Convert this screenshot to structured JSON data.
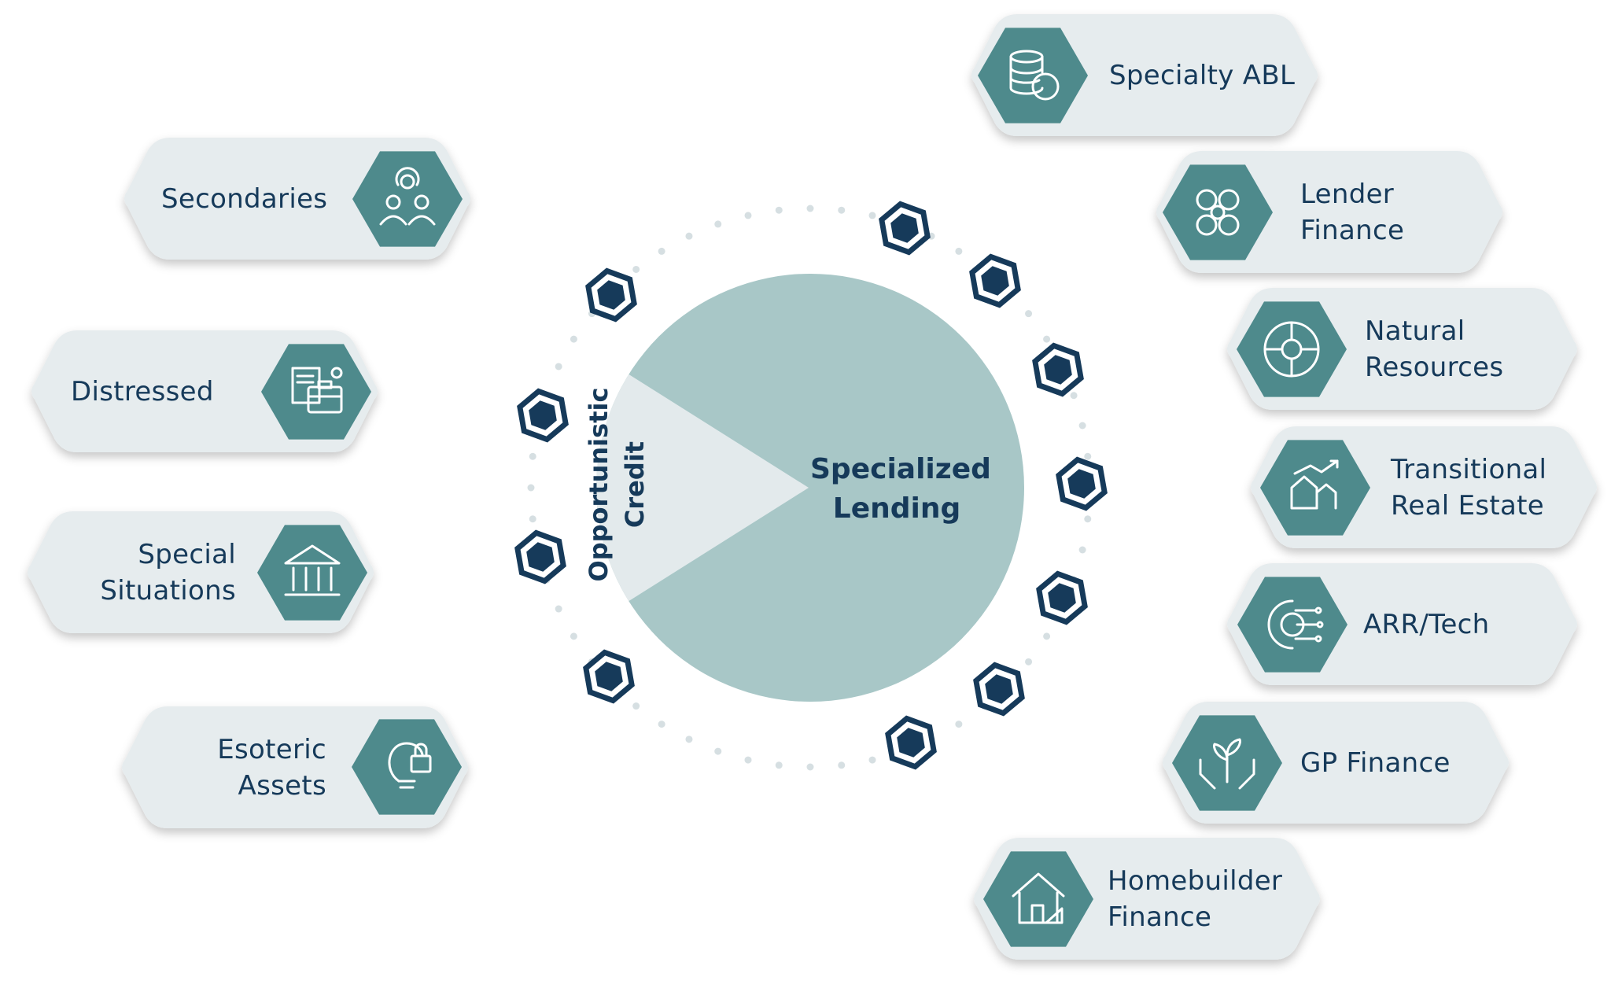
{
  "center": {
    "left_label": [
      "Opportunistic",
      "Credit"
    ],
    "right_label": [
      "Specialized",
      "Lending"
    ]
  },
  "colors": {
    "teal": "#4e8a8c",
    "pill": "#e6ecee",
    "pie_main": "#a8c7c7",
    "pie_wedge": "#e3eaec",
    "navy": "#163a5a",
    "dots": "#d6dfe2"
  },
  "left_items": [
    {
      "id": "secondaries",
      "lines": [
        "Secondaries"
      ],
      "icon": "people-exchange-icon"
    },
    {
      "id": "distressed",
      "lines": [
        "Distressed"
      ],
      "icon": "briefcase-document-icon"
    },
    {
      "id": "special-situations",
      "lines": [
        "Special",
        "Situations"
      ],
      "icon": "bank-building-icon"
    },
    {
      "id": "esoteric-assets",
      "lines": [
        "Esoteric",
        "Assets"
      ],
      "icon": "lightbulb-lock-icon"
    }
  ],
  "right_items": [
    {
      "id": "specialty-abl",
      "lines": [
        "Specialty ABL"
      ],
      "icon": "coin-stack-icon"
    },
    {
      "id": "lender-finance",
      "lines": [
        "Lender",
        "Finance"
      ],
      "icon": "money-exchange-people-icon"
    },
    {
      "id": "natural-resources",
      "lines": [
        "Natural",
        "Resources"
      ],
      "icon": "resources-wheel-icon"
    },
    {
      "id": "transitional-real-estate",
      "lines": [
        "Transitional",
        "Real Estate"
      ],
      "icon": "house-growth-icon"
    },
    {
      "id": "arr-tech",
      "lines": [
        "ARR/Tech"
      ],
      "icon": "gear-circuit-icon"
    },
    {
      "id": "gp-finance",
      "lines": [
        "GP Finance"
      ],
      "icon": "hands-plant-icon"
    },
    {
      "id": "homebuilder-finance",
      "lines": [
        "Homebuilder",
        "Finance"
      ],
      "icon": "house-ruler-icon"
    }
  ]
}
